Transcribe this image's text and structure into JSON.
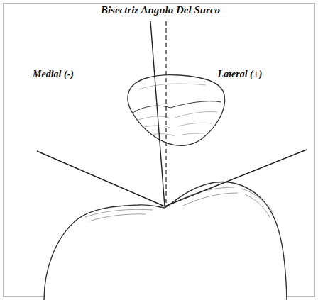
{
  "diagram": {
    "labels": [
      "Bisectriz Angulo Del Surco",
      "Medial (-)",
      "Lateral (+)"
    ]
  }
}
